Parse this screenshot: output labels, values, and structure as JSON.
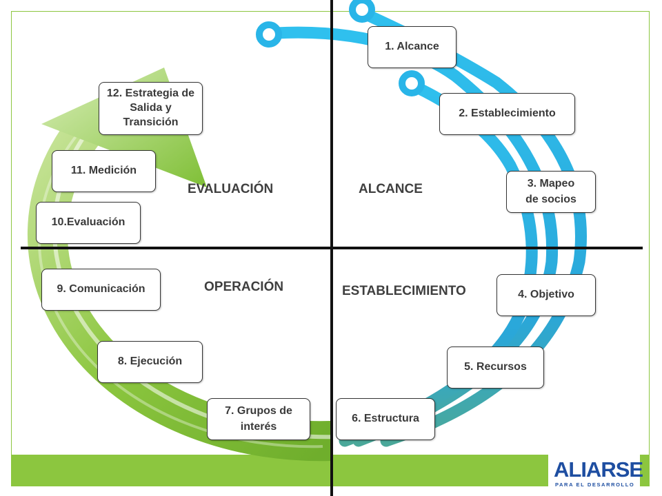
{
  "quadrants": {
    "evaluacion": "EVALUACIÓN",
    "alcance": "ALCANCE",
    "operacion": "OPERACIÓN",
    "establecimiento": "ESTABLECIMIENTO"
  },
  "steps": [
    "1. Alcance",
    "2. Establecimiento",
    "3. Mapeo de socios",
    "4. Objetivo",
    "5. Recursos",
    "6. Estructura",
    "7. Grupos de interés",
    "8. Ejecución",
    "9. Comunicación",
    "10.Evaluación",
    "11. Medición",
    "12. Estrategia de Salida y Transición"
  ],
  "logo": {
    "main": "ALIARSE",
    "sub": "PARA EL DESARROLLO"
  },
  "colors": {
    "green": "#8cc63f",
    "blue": "#29b5e8",
    "axis": "#111111"
  }
}
